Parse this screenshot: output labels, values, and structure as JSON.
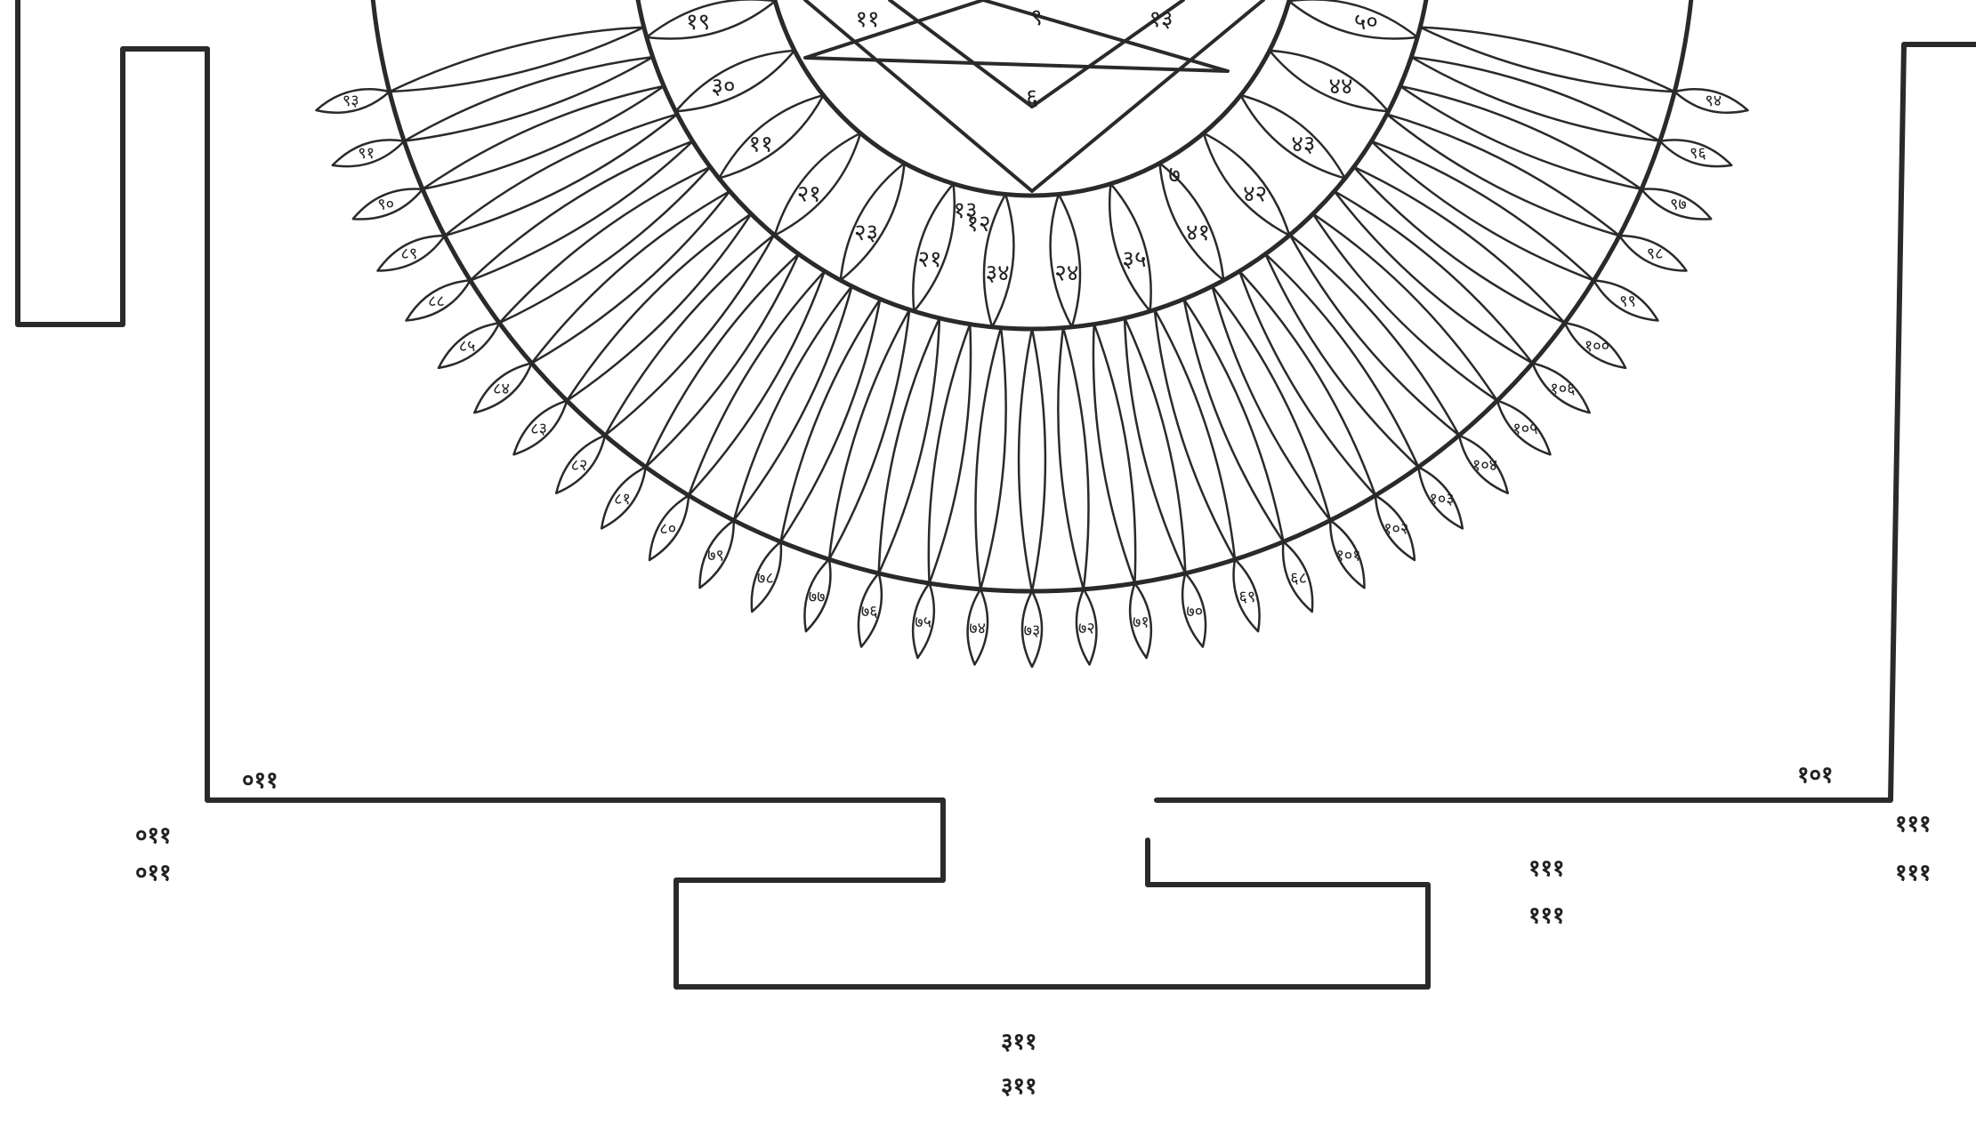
{
  "colors": {
    "ink": "#2a2a2a",
    "paper": "#ffffff"
  },
  "frame_labels": {
    "left_top": "०११",
    "left_bottom_1": "०११",
    "left_bottom_2": "०११",
    "right_top": "१०१",
    "right_bottom_1": "१११",
    "right_bottom_2": "१११",
    "gate_right_1": "१११",
    "gate_right_2": "१११",
    "gate_bottom_1": "३११",
    "gate_bottom_2": "३११"
  },
  "triangle_labels": [
    "११",
    "९",
    "६",
    "१३",
    "१३",
    "७",
    "१२"
  ],
  "ring2_labels": [
    "१९",
    "३०",
    "११",
    "२१",
    "२३",
    "२१",
    "३४",
    "२४",
    "३५",
    "४१",
    "४२",
    "४३",
    "४४",
    "५०"
  ],
  "ring3_labels": [
    "९३",
    "९१",
    "९०",
    "८९",
    "८८",
    "८५",
    "८४",
    "८३",
    "८२",
    "८१",
    "८०",
    "७९",
    "७८",
    "७७",
    "७६",
    "७५",
    "७४",
    "७३",
    "७२",
    "७१",
    "७०",
    "६९",
    "६८",
    "१०१",
    "१०२",
    "१०३",
    "१०४",
    "१०५",
    "१०६",
    "१००",
    "९९",
    "९८",
    "९७",
    "९६",
    "९४"
  ]
}
